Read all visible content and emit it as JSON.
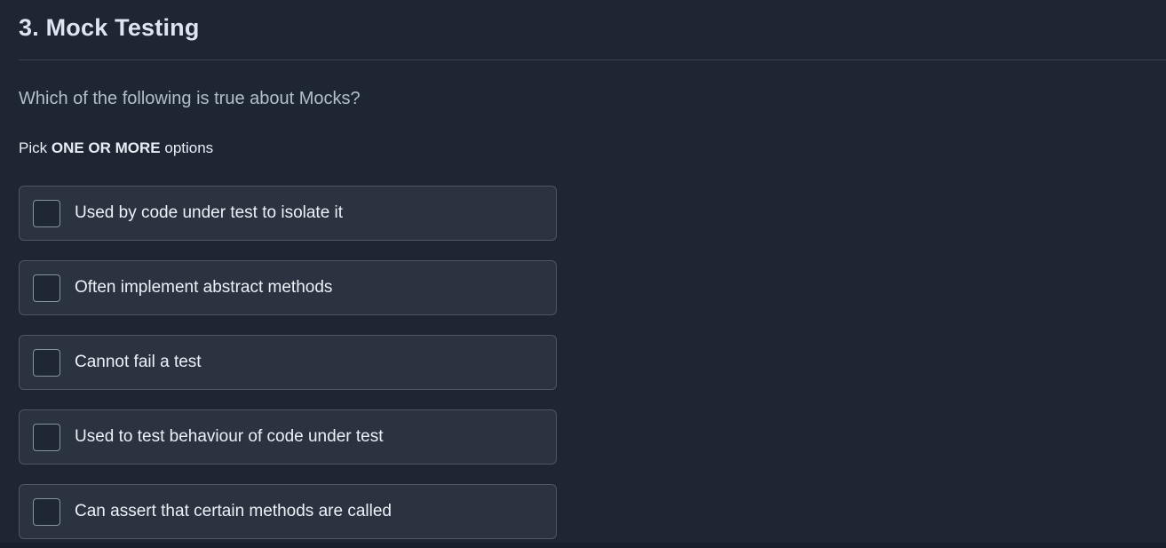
{
  "header": {
    "title": "3. Mock Testing"
  },
  "question": {
    "text": "Which of the following is true about Mocks?",
    "instruction": {
      "prefix": "Pick ",
      "emphasis": "ONE OR MORE",
      "suffix": " options"
    }
  },
  "options": [
    {
      "label": "Used by code under test to isolate it",
      "checked": false
    },
    {
      "label": "Often implement abstract methods",
      "checked": false
    },
    {
      "label": "Cannot fail a test",
      "checked": false
    },
    {
      "label": "Used to test behaviour of code under test",
      "checked": false
    },
    {
      "label": "Can assert that certain methods are called",
      "checked": false
    }
  ],
  "colors": {
    "page_background": "#191f2a",
    "panel_background": "#1f2633",
    "option_background": "#2b3341",
    "option_border": "#4d5566",
    "divider": "#3b4352",
    "title_text": "#dde5f1",
    "question_text": "#b3bdcc",
    "option_text": "#edf1f8"
  }
}
